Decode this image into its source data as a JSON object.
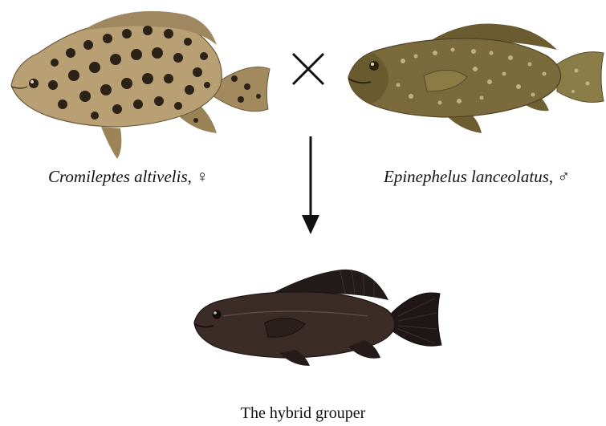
{
  "parents": {
    "female": {
      "species": "Cromileptes altivelis",
      "separator": ", ",
      "sex_symbol": "♀"
    },
    "male": {
      "species": "Epinephelus lanceolatus",
      "separator": ", ",
      "sex_symbol": "♂"
    }
  },
  "cross_symbol": "×",
  "offspring": {
    "label": "The hybrid grouper"
  },
  "colors": {
    "cromileptes_body": "#b9a074",
    "cromileptes_spots": "#2b2218",
    "epinephelus_body": "#7a6a3c",
    "epinephelus_spots": "#cfc38a",
    "hybrid_body": "#3b2c28",
    "hybrid_fins": "#1f1717",
    "arrow": "#111111"
  }
}
